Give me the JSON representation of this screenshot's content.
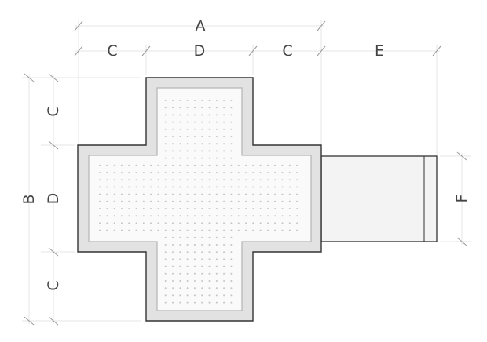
{
  "labels": {
    "A": "A",
    "B": "B",
    "C": "C",
    "D": "D",
    "E": "E",
    "F": "F"
  },
  "colors": {
    "outline": "#333333",
    "wall": "#e2e2e2",
    "inner": "#fafafa",
    "inner_border": "#b5b5b5",
    "annex": "#f3f3f3",
    "dots": "#c4c4c4"
  }
}
